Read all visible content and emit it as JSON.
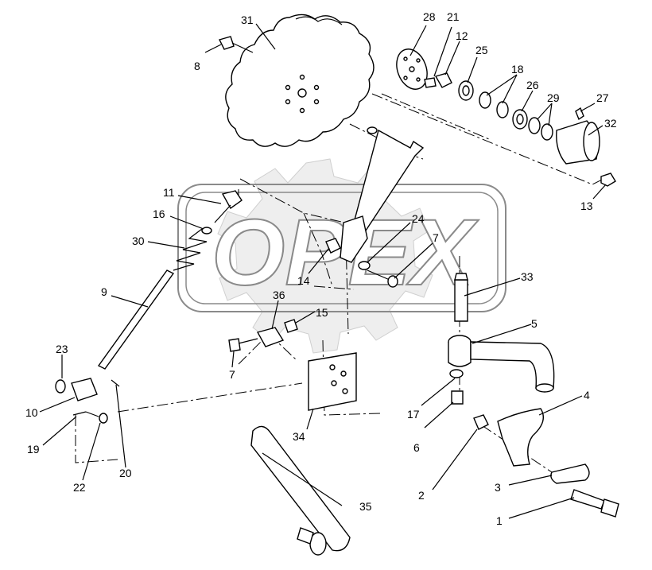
{
  "watermark": {
    "text": "OPEX"
  },
  "callouts": [
    {
      "id": "c31",
      "text": "31"
    },
    {
      "id": "c28",
      "text": "28"
    },
    {
      "id": "c21",
      "text": "21"
    },
    {
      "id": "c12",
      "text": "12"
    },
    {
      "id": "c25",
      "text": "25"
    },
    {
      "id": "c18",
      "text": "18"
    },
    {
      "id": "c26",
      "text": "26"
    },
    {
      "id": "c29",
      "text": "29"
    },
    {
      "id": "c27",
      "text": "27"
    },
    {
      "id": "c32",
      "text": "32"
    },
    {
      "id": "c13",
      "text": "13"
    },
    {
      "id": "c8",
      "text": "8"
    },
    {
      "id": "c11",
      "text": "11"
    },
    {
      "id": "c16",
      "text": "16"
    },
    {
      "id": "c30",
      "text": "30"
    },
    {
      "id": "c24",
      "text": "24"
    },
    {
      "id": "c7a",
      "text": "7"
    },
    {
      "id": "c14",
      "text": "14"
    },
    {
      "id": "c33",
      "text": "33"
    },
    {
      "id": "c9",
      "text": "9"
    },
    {
      "id": "c36",
      "text": "36"
    },
    {
      "id": "c15",
      "text": "15"
    },
    {
      "id": "c5",
      "text": "5"
    },
    {
      "id": "c23",
      "text": "23"
    },
    {
      "id": "c7b",
      "text": "7"
    },
    {
      "id": "c10",
      "text": "10"
    },
    {
      "id": "c17",
      "text": "17"
    },
    {
      "id": "c34",
      "text": "34"
    },
    {
      "id": "c4",
      "text": "4"
    },
    {
      "id": "c19",
      "text": "19"
    },
    {
      "id": "c6",
      "text": "6"
    },
    {
      "id": "c22",
      "text": "22"
    },
    {
      "id": "c20",
      "text": "20"
    },
    {
      "id": "c2",
      "text": "2"
    },
    {
      "id": "c3",
      "text": "3"
    },
    {
      "id": "c35",
      "text": "35"
    },
    {
      "id": "c1",
      "text": "1"
    }
  ]
}
